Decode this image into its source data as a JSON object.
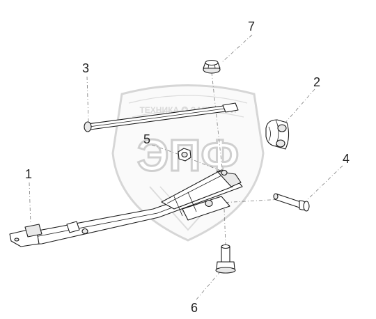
{
  "diagram": {
    "callouts": [
      {
        "id": "1",
        "label": "1",
        "part": "frame-bracket"
      },
      {
        "id": "2",
        "label": "2",
        "part": "clamp"
      },
      {
        "id": "3",
        "label": "3",
        "part": "rod"
      },
      {
        "id": "4",
        "label": "4",
        "part": "pin"
      },
      {
        "id": "5",
        "label": "5",
        "part": "nut"
      },
      {
        "id": "6",
        "label": "6",
        "part": "bolt"
      },
      {
        "id": "7",
        "label": "7",
        "part": "flange-nut"
      }
    ]
  },
  "watermark": {
    "top_text": "ТЕХНИКА  ✪  ЗАПЧАСТИ",
    "big_text": "ЭПФ",
    "logo": "shield-watermark"
  },
  "colors": {
    "line": "#1a1a1a",
    "leader": "#8a8a8a",
    "watermark": "#d6d6d6"
  }
}
